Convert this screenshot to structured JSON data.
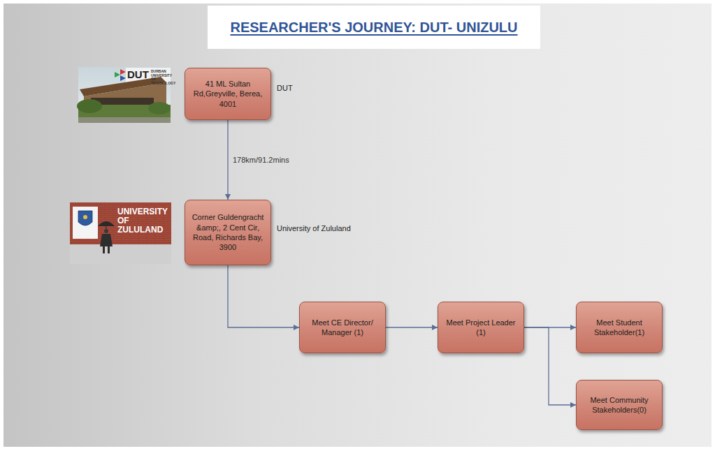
{
  "diagram": {
    "title": "RESEARCHER'S JOURNEY: DUT- UNIZULU",
    "nodes": [
      {
        "text": [
          "41 ML Sultan Rd,Greyville, Berea, 4001",
          "DUT"
        ]
      },
      {
        "text": [
          "Corner Guldengracht &amp;, 2 Cent Cir, Road, Richards Bay, 3900",
          "University of Zululand"
        ]
      },
      {
        "text": [
          "Meet CE Director/ Manager (1)"
        ]
      },
      {
        "text": [
          "Meet Project Leader (1)"
        ]
      },
      {
        "text": [
          "Meet Student Stakeholder(1)"
        ]
      },
      {
        "text": [
          "Meet Community Stakeholders(0)"
        ]
      }
    ],
    "edges": [
      {
        "from": 0,
        "to": 1,
        "arrow": "to",
        "label": "178km/91.2mins"
      },
      {
        "from": 1,
        "to": 2,
        "arrow": "to"
      },
      {
        "from": 2,
        "to": 3,
        "arrow": "to"
      },
      {
        "from": 3,
        "to": 4,
        "arrow": "to"
      },
      {
        "from": 3,
        "to": 5,
        "arrow": "to"
      }
    ],
    "labels": [
      "DUT",
      "DURBAN UNIVERSITY OF TECHNOLOGY",
      "UNIVERSITY OF ZULULAND"
    ]
  }
}
